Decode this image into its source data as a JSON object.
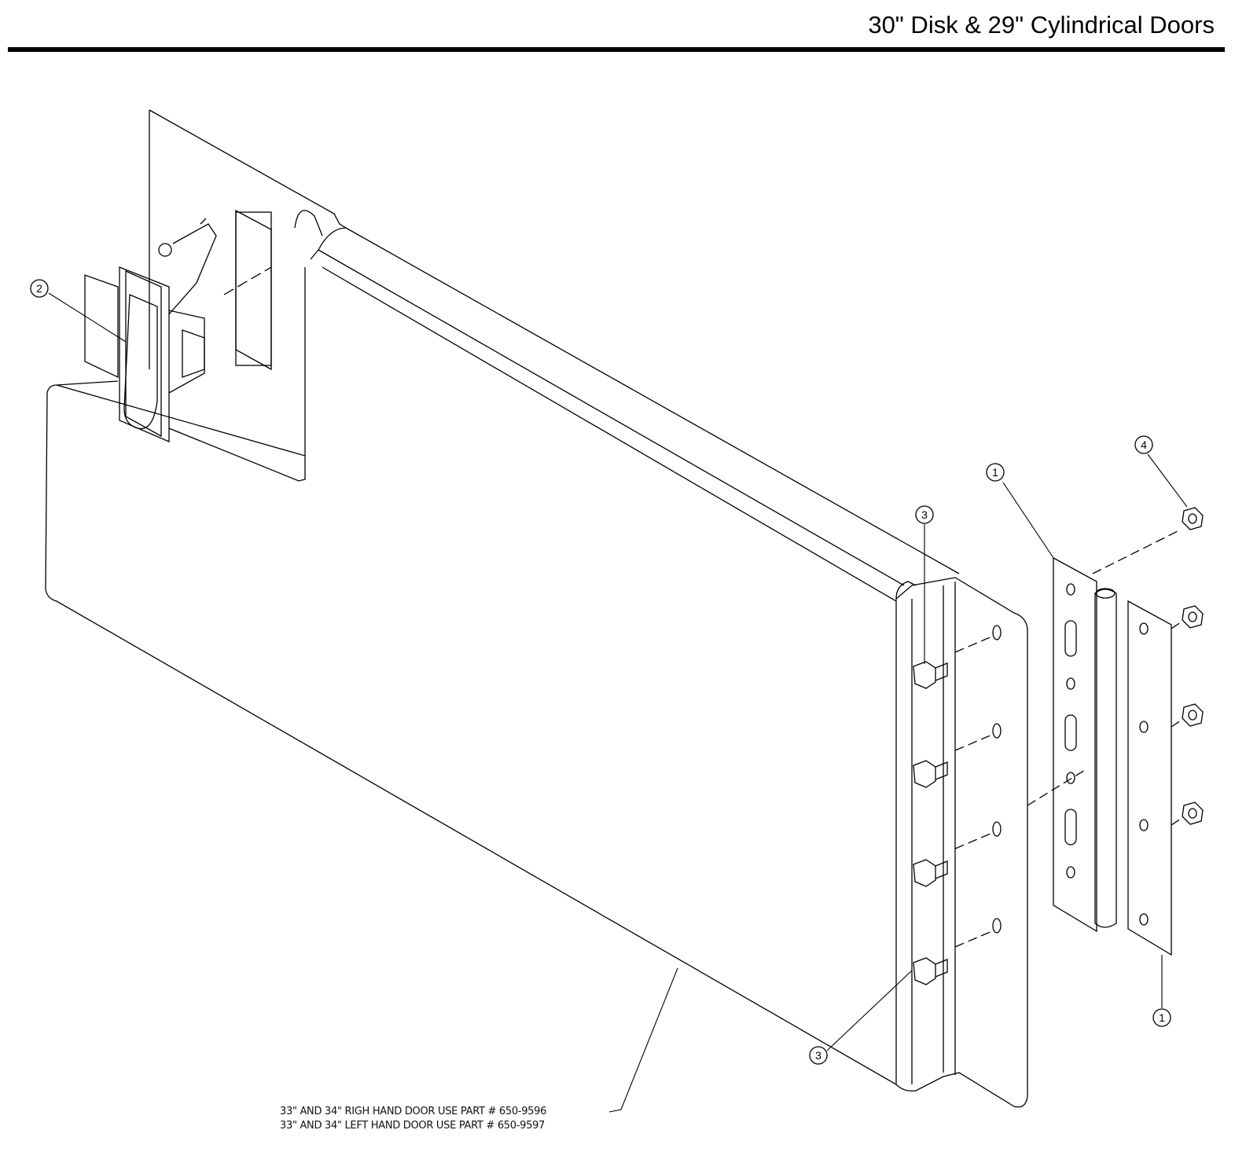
{
  "header": {
    "title": "30\" Disk & 29\" Cylindrical Doors"
  },
  "notes": [
    "33\" AND 34\" RIGH HAND DOOR USE PART # 650-9596",
    "33\" AND 34\" LEFT HAND DOOR USE PART # 650-9597"
  ],
  "callouts": [
    {
      "label": "2",
      "part": "latch"
    },
    {
      "label": "1",
      "part": "hinge"
    },
    {
      "label": "4",
      "part": "nut"
    },
    {
      "label": "3",
      "part": "bolt"
    },
    {
      "label": "3",
      "part": "bolt"
    },
    {
      "label": "1",
      "part": "hinge"
    }
  ]
}
